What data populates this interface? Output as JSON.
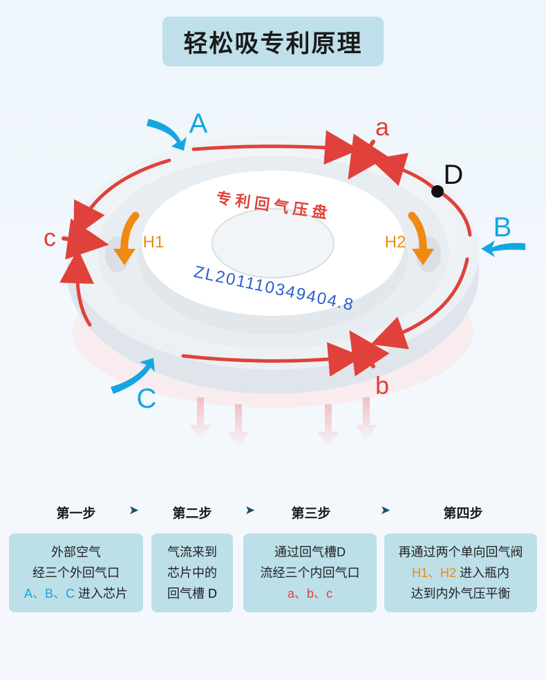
{
  "title": "轻松吸专利原理",
  "disc": {
    "label_top": "专利回气压盘",
    "label_number": "ZL201110349404.8"
  },
  "markers": {
    "A": "A",
    "B": "B",
    "C": "C",
    "a": "a",
    "b": "b",
    "c": "c",
    "D": "D",
    "H1": "H1",
    "H2": "H2"
  },
  "colors": {
    "blue": "#14a6e0",
    "red": "#e0413a",
    "orange": "#f08a10",
    "card": "#bcdfe8"
  },
  "steps": [
    {
      "title": "第一步",
      "lines": [
        "外部空气",
        "经三个外回气口"
      ],
      "line3": {
        "hl": "A、B、C",
        "rest": "进入芯片"
      }
    },
    {
      "title": "第二步",
      "lines": [
        "气流来到",
        "芯片中的"
      ],
      "line3": {
        "pre": "回气槽",
        "hl": "D"
      }
    },
    {
      "title": "第三步",
      "lines": [
        "通过回气槽D",
        "流经三个内回气口"
      ],
      "line3": {
        "hl": "a、b、c"
      }
    },
    {
      "title": "第四步",
      "lines": [
        "再通过两个单向回气阀"
      ],
      "line2": {
        "hl": "H1、H2",
        "rest": "进入瓶内"
      },
      "line3": "达到内外气压平衡"
    }
  ],
  "step_arrow": "➤"
}
